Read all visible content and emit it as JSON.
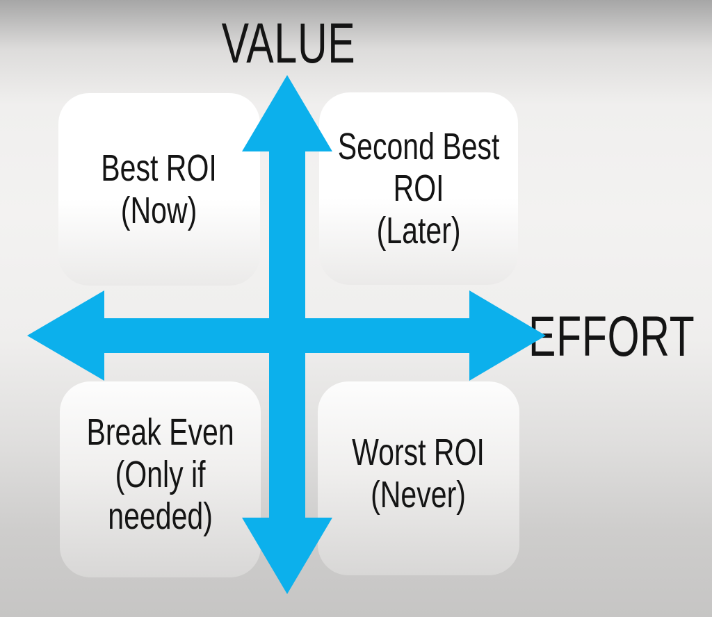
{
  "diagram": {
    "vertical_axis_label": "VALUE",
    "horizontal_axis_label": "EFFORT",
    "quadrants": {
      "top_left": {
        "lines": [
          "Best ROI",
          "(Now)"
        ]
      },
      "top_right": {
        "lines": [
          "Second Best",
          "ROI",
          "(Later)"
        ]
      },
      "bottom_left": {
        "lines": [
          "Break Even",
          "(Only if",
          "needed)"
        ]
      },
      "bottom_right": {
        "lines": [
          "Worst ROI",
          "(Never)"
        ]
      }
    },
    "colors": {
      "arrow": "#0cb0ec",
      "text": "#141414"
    }
  }
}
